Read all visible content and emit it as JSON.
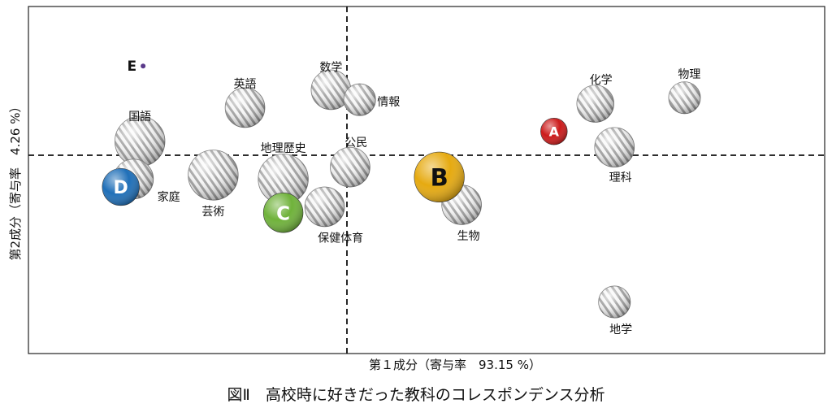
{
  "chart_data": {
    "type": "scatter",
    "title": "",
    "caption": "図Ⅱ　高校時に好きだった教科のコレスポンデンス分析",
    "xlabel": "第１成分（寄与率　93.15 %）",
    "ylabel": "第2成分（寄与率　4.26 %）",
    "xlim": [
      -1.0,
      1.5
    ],
    "ylim": [
      -1.0,
      0.75
    ],
    "grid": false,
    "reference_lines": {
      "x": 0,
      "y": 0,
      "style": "dashed"
    },
    "series": [
      {
        "role": "subjects",
        "style": "hatched-sphere",
        "points": [
          {
            "label": "数学",
            "x": -0.05,
            "y": 0.33,
            "size": 0.9
          },
          {
            "label": "情報",
            "x": 0.04,
            "y": 0.28,
            "size": 0.6
          },
          {
            "label": "英語",
            "x": -0.32,
            "y": 0.24,
            "size": 0.9
          },
          {
            "label": "国語",
            "x": -0.65,
            "y": 0.07,
            "size": 1.3
          },
          {
            "label": "家庭",
            "x": -0.67,
            "y": -0.12,
            "size": 0.9
          },
          {
            "label": "芸術",
            "x": -0.42,
            "y": -0.1,
            "size": 1.3
          },
          {
            "label": "地理歴史",
            "x": -0.2,
            "y": -0.12,
            "size": 1.3
          },
          {
            "label": "公民",
            "x": 0.01,
            "y": -0.06,
            "size": 0.9
          },
          {
            "label": "保健体育",
            "x": -0.07,
            "y": -0.26,
            "size": 0.9
          },
          {
            "label": "生物",
            "x": 0.36,
            "y": -0.25,
            "size": 0.9
          },
          {
            "label": "化学",
            "x": 0.78,
            "y": 0.26,
            "size": 0.8
          },
          {
            "label": "物理",
            "x": 1.06,
            "y": 0.29,
            "size": 0.6
          },
          {
            "label": "理科",
            "x": 0.84,
            "y": 0.04,
            "size": 0.9
          },
          {
            "label": "地学",
            "x": 0.84,
            "y": -0.74,
            "size": 0.6
          }
        ]
      },
      {
        "role": "groups",
        "style": "solid-sphere",
        "points": [
          {
            "label": "A",
            "x": 0.65,
            "y": 0.12,
            "size": 0.4,
            "color": "#cc1a1a"
          },
          {
            "label": "B",
            "x": 0.29,
            "y": -0.11,
            "size": 1.3,
            "color": "#e6aa10"
          },
          {
            "label": "C",
            "x": -0.2,
            "y": -0.29,
            "size": 0.9,
            "color": "#6fb23a"
          },
          {
            "label": "D",
            "x": -0.71,
            "y": -0.16,
            "size": 0.8,
            "color": "#1f6fb8"
          },
          {
            "label": "E",
            "x": -0.64,
            "y": 0.45,
            "size": 0.2,
            "color": "#5a3a8a"
          }
        ]
      }
    ]
  }
}
